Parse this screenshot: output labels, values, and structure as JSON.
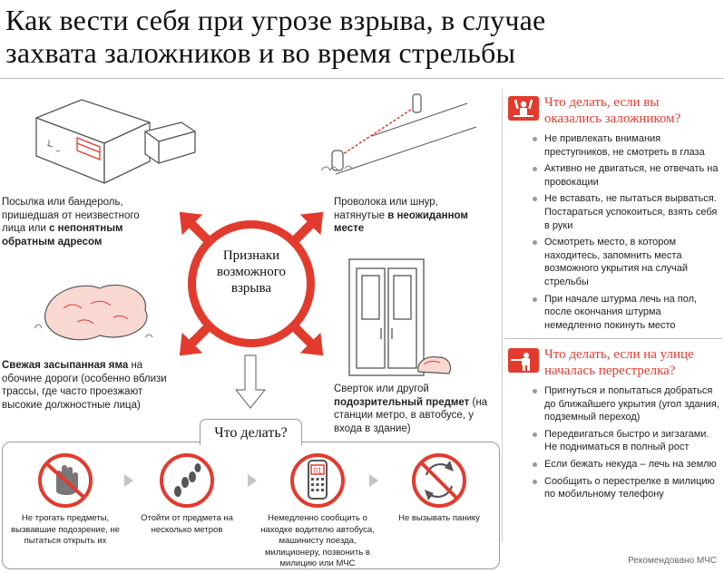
{
  "title": {
    "line1": "Как вести себя при угрозе взрыва, в случае",
    "line2": "захвата заложников и во время стрельбы"
  },
  "center": {
    "text_line1": "Признаки",
    "text_line2": "возможного",
    "text_line3": "взрыва"
  },
  "signs": {
    "parcel": {
      "plain": "Посылка или бандероль, пришедшая от неизвестного лица или ",
      "bold": "с непонятным обратным адресом",
      "tail": ""
    },
    "wire": {
      "plain": "Проволока или шнур, натянутые ",
      "bold": "в неожиданном месте",
      "tail": ""
    },
    "pit": {
      "plain": "",
      "bold": "Свежая засыпанная яма",
      "tail": " на обочине дороги (особенно вблизи трассы, где часто проезжают высокие должностные лица)"
    },
    "package": {
      "plain": "Сверток или другой ",
      "bold": "подозрительный предмет",
      "tail": " (на станции метро, в автобусе, у входа в здание)"
    }
  },
  "todo": {
    "tab_label": "Что делать?",
    "items": [
      {
        "text": "Не трогать предметы, вызвавшие подозрение, не пытаться открыть их",
        "icon": "no-touch-hand-icon"
      },
      {
        "text": "Отойти от предмета на несколько метров",
        "icon": "footsteps-icon"
      },
      {
        "text": "Немедленно сообщить о находке водителю автобуса, машинисту поезда, милиционеру, позвонить в милицию или МЧС",
        "icon": "mobile-phone-icon"
      },
      {
        "text": "Не вызывать панику",
        "icon": "no-panic-icon"
      }
    ]
  },
  "hostage": {
    "heading": "Что делать, если вы оказались заложником?",
    "icon": "hostage-icon",
    "items": [
      "Не привлекать внимания преступников, не смотреть в глаза",
      "Активно не двигаться, не отвечать на провокации",
      "Не вставать, не пытаться вырваться. Постараться успокоиться, взять себя в руки",
      "Осмотреть место, в котором находитесь, запомнить места возможного укрытия на случай стрельбы",
      "При начале штурма лечь на пол, после окончания штурма немедленно покинуть место"
    ]
  },
  "shooting": {
    "heading": "Что делать, если на улице началась перестрелка?",
    "icon": "shooter-icon",
    "items": [
      "Пригнуться и попытаться добраться до ближайшего укрытия (угол здания, подземный переход)",
      "Передвигаться быстро и зигзагами. Не подниматься в полный рост",
      "Если бежать некуда – лечь на землю",
      "Сообщить о перестрелке в милицию по мобильному телефону"
    ]
  },
  "footer": "Рекомендовано МЧС",
  "phone_display": "01",
  "colors": {
    "accent": "#e23b2e",
    "line": "#555555",
    "muted": "#999999"
  }
}
